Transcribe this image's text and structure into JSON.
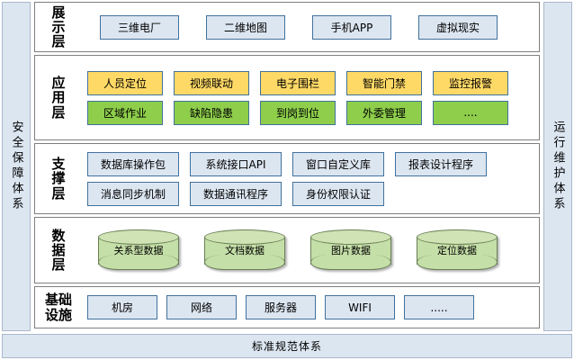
{
  "rails": {
    "left_label": "安全保障体系",
    "right_label": "运行维护体系"
  },
  "bottom_bar": {
    "label": "标准规范体系"
  },
  "layers": [
    {
      "name": "presentation",
      "label_lines": [
        "展",
        "示",
        "层"
      ],
      "rows": [
        {
          "style": "blue",
          "items": [
            "三维电厂",
            "二维地图",
            "手机APP",
            "虚拟现实"
          ]
        }
      ]
    },
    {
      "name": "application",
      "label_lines": [
        "应",
        "用",
        "层"
      ],
      "rows": [
        {
          "style": "yellow",
          "items": [
            "人员定位",
            "视频联动",
            "电子围栏",
            "智能门禁",
            "监控报警"
          ]
        },
        {
          "style": "green",
          "items": [
            "区域作业",
            "缺陷隐患",
            "到岗到位",
            "外委管理",
            "...."
          ]
        }
      ]
    },
    {
      "name": "support",
      "label_lines": [
        "支",
        "撑",
        "层"
      ],
      "rows": [
        {
          "style": "blue",
          "items": [
            "数据库操作包",
            "系统接口API",
            "窗口自定义库",
            "报表设计程序"
          ]
        },
        {
          "style": "blue",
          "items": [
            "消息同步机制",
            "数据通讯程序",
            "身份权限认证"
          ]
        }
      ]
    },
    {
      "name": "data",
      "label_lines": [
        "数",
        "据",
        "层"
      ],
      "cylinders": [
        "关系型数据",
        "文档数据",
        "图片数据",
        "定位数据"
      ]
    },
    {
      "name": "infrastructure",
      "label_lines": [
        "基础",
        "设施"
      ],
      "rows": [
        {
          "style": "blue",
          "items": [
            "机房",
            "网络",
            "服务器",
            "WIFI",
            "....."
          ]
        }
      ]
    }
  ],
  "colors": {
    "rail_fill": "#dce6f1",
    "rail_border": "#aab8cc",
    "node_blue_fill": "#dce6f1",
    "node_yellow_fill": "#ffd966",
    "node_green_fill": "#8ece4b",
    "node_border": "#41719c",
    "layer_border": "#7f7f7f",
    "cylinder_fill": "#c5dfa8",
    "cylinder_border": "#6a7f57"
  }
}
